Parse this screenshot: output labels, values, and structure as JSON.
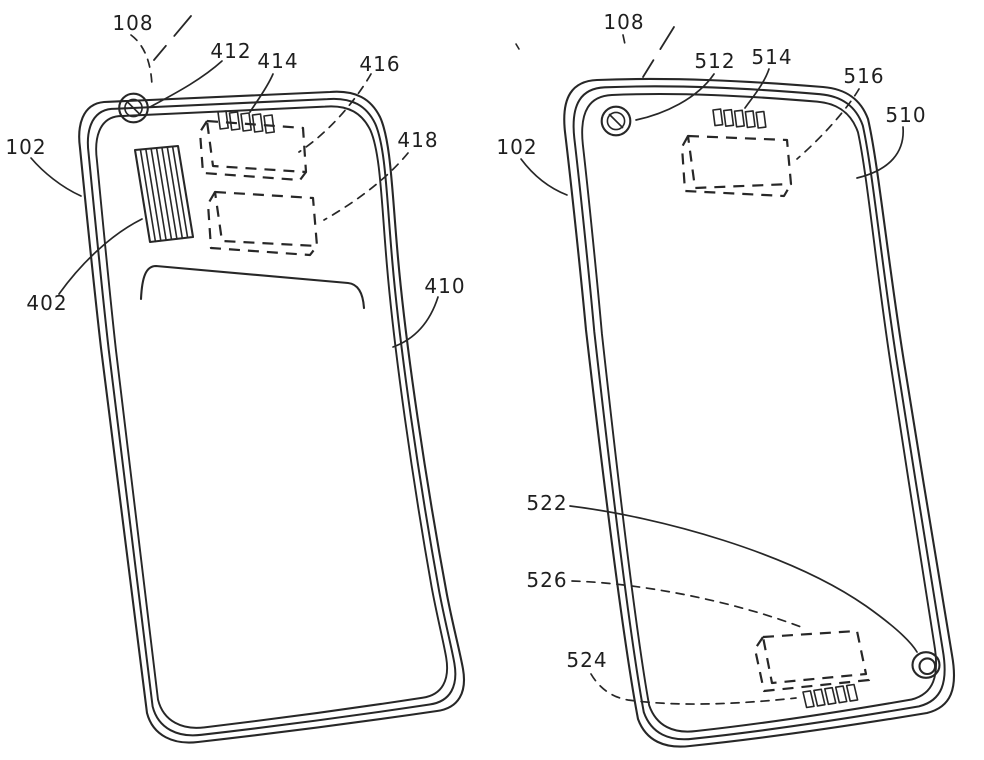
{
  "figure": {
    "title": "Patent drawing - two rear perspective views of a handheld electronic device",
    "background_color": "#ffffff",
    "line_color": "#272727",
    "views": {
      "left": {
        "name": "rear view with cover seam, vent window and two dashed modules",
        "labels": {
          "ref_108": "108",
          "ref_412": "412",
          "ref_414": "414",
          "ref_416": "416",
          "ref_418": "418",
          "ref_102": "102",
          "ref_402": "402",
          "ref_410": "410"
        }
      },
      "right": {
        "name": "rear view with top module and bottom module with connector",
        "labels": {
          "ref_108": "108",
          "ref_512": "512",
          "ref_514": "514",
          "ref_516": "516",
          "ref_510": "510",
          "ref_102": "102",
          "ref_522": "522",
          "ref_526": "526",
          "ref_524": "524"
        }
      }
    }
  }
}
